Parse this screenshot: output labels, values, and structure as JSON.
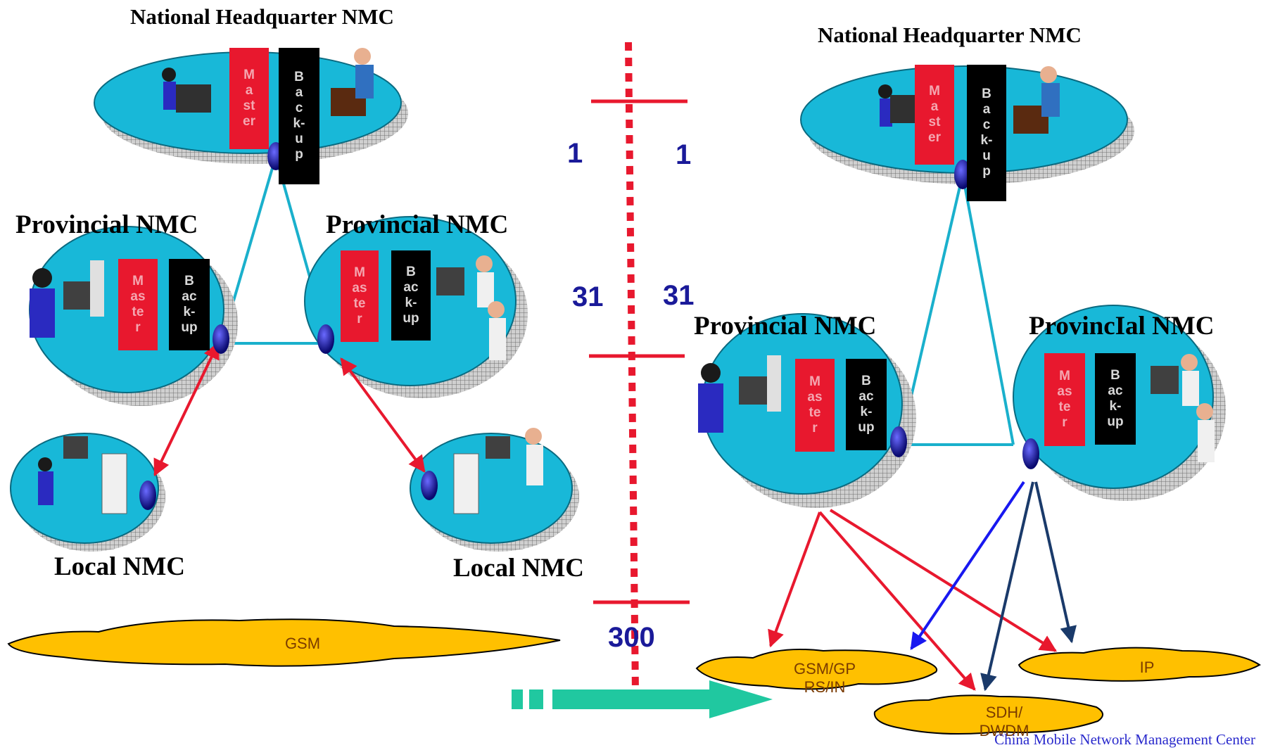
{
  "left": {
    "national_title": "National Headquarter NMC",
    "provincial_left_title": "Provincial NMC",
    "provincial_right_title": "Provincial NMC",
    "local_left_title": "Local NMC",
    "local_right_title": "Local NMC",
    "network_label": "GSM"
  },
  "right": {
    "national_title": "National Headquarter NMC",
    "provincial_left_title": "Provincial NMC",
    "provincial_right_title": "ProvincIal NMC",
    "networks": {
      "gsm_gprs_in": "GSM/GP\nRS/IN",
      "sdh_dwdm": "SDH/\nDWDM",
      "ip": "IP"
    }
  },
  "server_labels": {
    "master_tall": "M\na\nst\ner",
    "backup_tall": "B\na\nc\nk-\nu\np",
    "master_short": "M\nas\nte\nr",
    "backup_short": "B\nac\nk-\nup"
  },
  "counts": {
    "top_left": "1",
    "top_right": "1",
    "mid_left": "31",
    "mid_right": "31",
    "bottom": "300"
  },
  "footer_text": "China Mobile Network Management Center",
  "colors": {
    "ellipse_fill": "#18b8d8",
    "link_cyan": "#1ab0cc",
    "arrow_red": "#e8182e",
    "arrow_blue": "#1818f0",
    "arrow_navy": "#1a3a6a",
    "cloud_fill": "#ffc000",
    "big_arrow": "#20c8a0"
  }
}
